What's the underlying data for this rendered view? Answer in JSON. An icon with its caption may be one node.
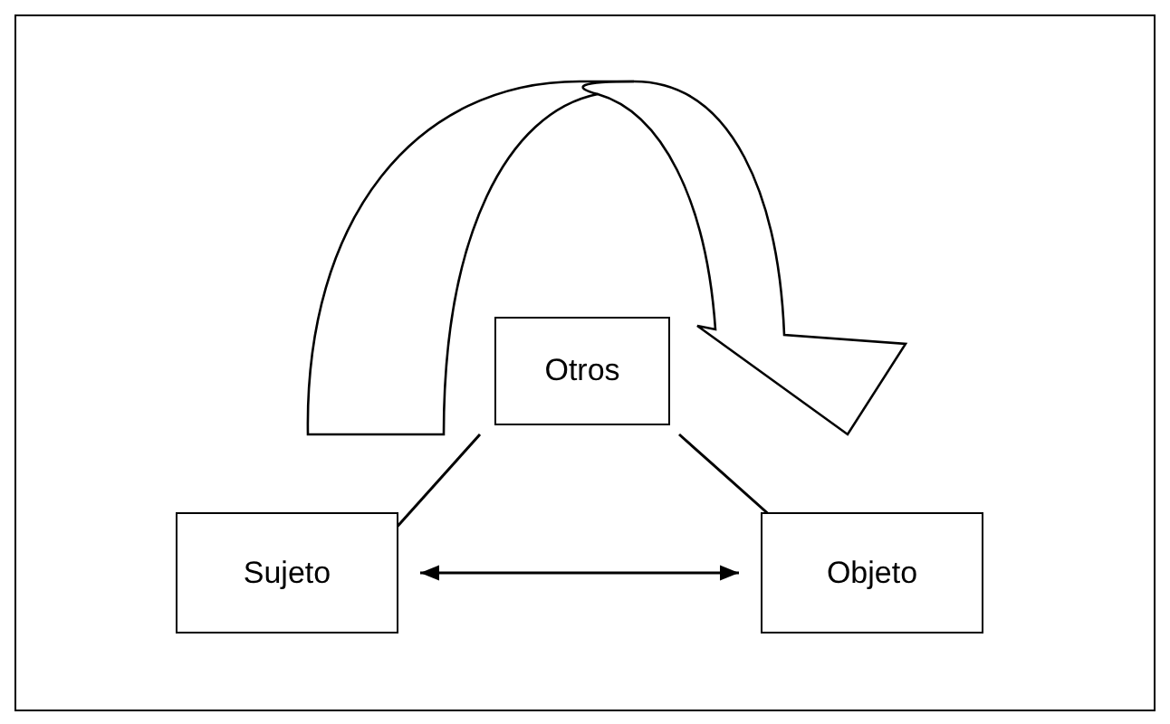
{
  "diagram": {
    "nodes": [
      {
        "text": [
          "Otros"
        ]
      },
      {
        "text": [
          "Sujeto"
        ]
      },
      {
        "text": [
          "Objeto"
        ]
      }
    ],
    "edges": [
      {
        "from": 0,
        "to": 1,
        "arrow": "none"
      },
      {
        "from": 0,
        "to": 2,
        "arrow": "none"
      },
      {
        "from": 1,
        "to": 2,
        "arrow": "both"
      }
    ]
  }
}
